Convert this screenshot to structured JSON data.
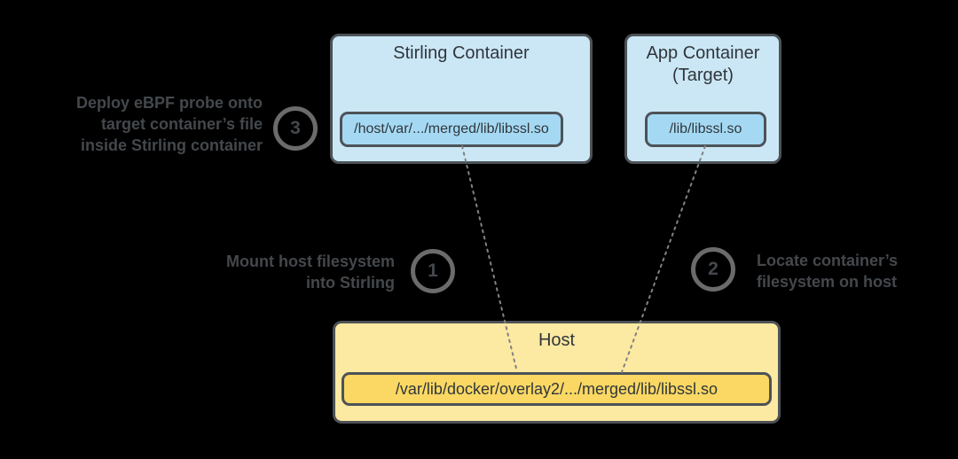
{
  "colors": {
    "background": "#000000",
    "container-fill": "#cbe7f6",
    "container-inner-fill": "#a5d9f3",
    "host-fill": "#fce9a2",
    "host-inner-fill": "#fad863",
    "border": "#4d5257",
    "box-text": "#30363b",
    "label-text": "#44484c",
    "circle-border": "#6b6b6b",
    "circle-text": "#44484c",
    "line": "#828282"
  },
  "stirling_container": {
    "title": "Stirling Container",
    "path": "/host/var/.../merged/lib/libssl.so"
  },
  "app_container": {
    "title": "App Container\n(Target)",
    "path": "/lib/libssl.so"
  },
  "host": {
    "title": "Host",
    "path": "/var/lib/docker/overlay2/.../merged/lib/libssl.so"
  },
  "steps": [
    {
      "number": "1",
      "label": "Mount host filesystem\ninto Stirling"
    },
    {
      "number": "2",
      "label": "Locate container’s\nfilesystem on host"
    },
    {
      "number": "3",
      "label": "Deploy eBPF probe onto\ntarget container’s file\ninside Stirling container"
    }
  ]
}
